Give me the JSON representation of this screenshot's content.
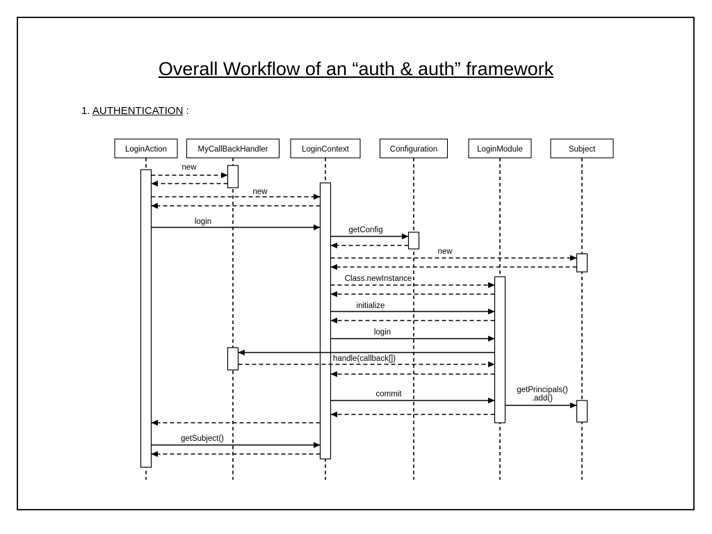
{
  "slide": {
    "title": "Overall Workflow of an “auth & auth” framework",
    "section": {
      "number": "1.",
      "name": "AUTHENTICATION",
      "suffix": ":"
    }
  },
  "diagram": {
    "type": "sequence",
    "participants": [
      "LoginAction",
      "MyCallBackHandler",
      "LoginContext",
      "Configuration",
      "LoginModule",
      "Subject"
    ],
    "messages": [
      {
        "from": "LoginAction",
        "to": "MyCallBackHandler",
        "label": "new",
        "kind": "call-dashed"
      },
      {
        "from": "MyCallBackHandler",
        "to": "LoginAction",
        "label": "",
        "kind": "return"
      },
      {
        "from": "LoginAction",
        "to": "LoginContext",
        "label": "new",
        "kind": "call-dashed"
      },
      {
        "from": "LoginContext",
        "to": "LoginAction",
        "label": "",
        "kind": "return"
      },
      {
        "from": "LoginAction",
        "to": "LoginContext",
        "label": "login",
        "kind": "call"
      },
      {
        "from": "LoginContext",
        "to": "Configuration",
        "label": "getConfig",
        "kind": "call"
      },
      {
        "from": "Configuration",
        "to": "LoginContext",
        "label": "",
        "kind": "return"
      },
      {
        "from": "LoginContext",
        "to": "Subject",
        "label": "new",
        "kind": "call-dashed"
      },
      {
        "from": "Subject",
        "to": "LoginContext",
        "label": "",
        "kind": "return"
      },
      {
        "from": "LoginContext",
        "to": "LoginModule",
        "label": "Class.newInstance",
        "kind": "call-dashed"
      },
      {
        "from": "LoginModule",
        "to": "LoginContext",
        "label": "",
        "kind": "return"
      },
      {
        "from": "LoginContext",
        "to": "LoginModule",
        "label": "initialize",
        "kind": "call"
      },
      {
        "from": "LoginModule",
        "to": "LoginContext",
        "label": "",
        "kind": "return"
      },
      {
        "from": "LoginContext",
        "to": "LoginModule",
        "label": "login",
        "kind": "call"
      },
      {
        "from": "LoginModule",
        "to": "MyCallBackHandler",
        "label": "",
        "kind": "call"
      },
      {
        "from": "MyCallBackHandler",
        "to": "LoginModule",
        "label": "handle(callback[])",
        "kind": "return"
      },
      {
        "from": "LoginModule",
        "to": "LoginContext",
        "label": "",
        "kind": "return"
      },
      {
        "from": "LoginContext",
        "to": "LoginModule",
        "label": "commit",
        "kind": "call"
      },
      {
        "from": "LoginModule",
        "to": "Subject",
        "label": "getPrincipals()\n.add()",
        "kind": "call"
      },
      {
        "from": "LoginModule",
        "to": "LoginContext",
        "label": "",
        "kind": "return"
      },
      {
        "from": "LoginContext",
        "to": "LoginAction",
        "label": "",
        "kind": "return"
      },
      {
        "from": "LoginAction",
        "to": "LoginContext",
        "label": "getSubject()",
        "kind": "call"
      },
      {
        "from": "LoginContext",
        "to": "LoginAction",
        "label": "",
        "kind": "return"
      }
    ]
  }
}
